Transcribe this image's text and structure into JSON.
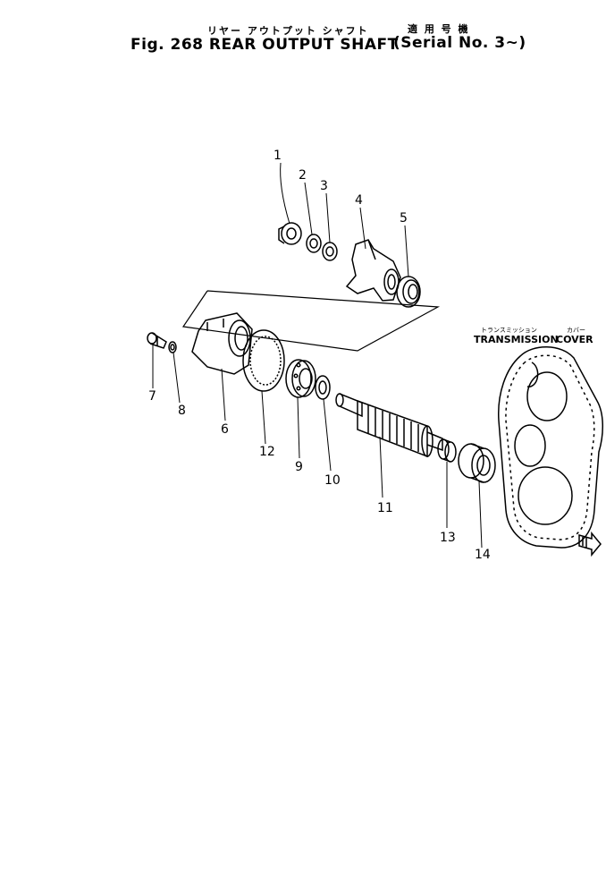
{
  "header": {
    "title_jp": "リヤー アウトプット シャフト",
    "title": "Fig. 268 REAR OUTPUT SHAFT",
    "serial_jp": "適 用 号 機",
    "serial": "(Serial No. 3~)"
  },
  "parts": [
    "1",
    "2",
    "3",
    "4",
    "5",
    "6",
    "7",
    "8",
    "9",
    "10",
    "11",
    "12",
    "13",
    "14"
  ],
  "labels": {
    "transmission_jp": "トランスミッション",
    "transmission": "TRANSMISSION",
    "cover_jp": "カバー",
    "cover": "COVER"
  }
}
